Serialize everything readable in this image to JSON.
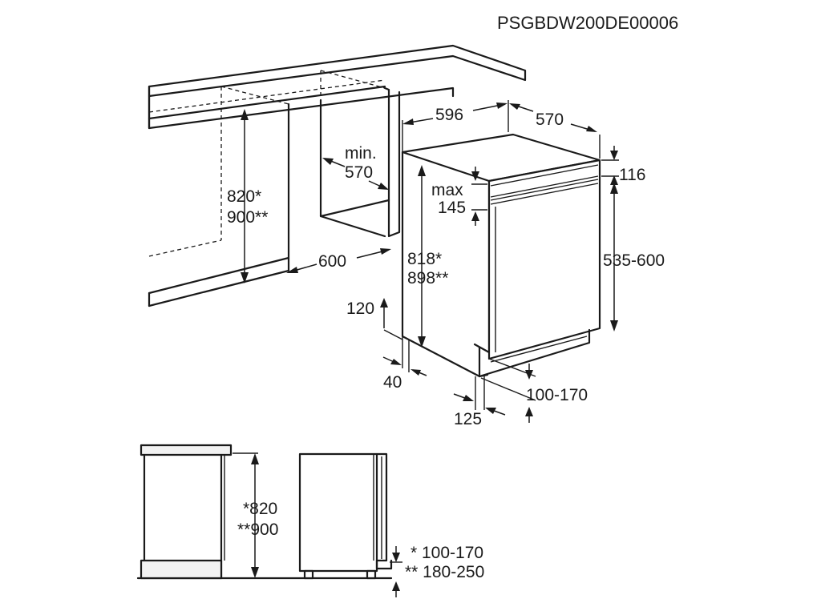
{
  "diagram": {
    "code": "PSGBDW200DE00006",
    "labels": {
      "w596": "596",
      "d570": "570",
      "h116": "116",
      "min_line1": "min.",
      "min_line2": "570",
      "max_line1": "max",
      "max_line2": "145",
      "niche_h1": "820*",
      "niche_h2": "900**",
      "w600": "600",
      "app_h1": "818*",
      "app_h2": "898**",
      "door_h": "535-600",
      "h120": "120",
      "d40": "40",
      "plinth": "100-170",
      "d125": "125",
      "side_h1": "*820",
      "side_h2": "**900",
      "side_plinth1": "* 100-170",
      "side_plinth2": "** 180-250"
    }
  }
}
